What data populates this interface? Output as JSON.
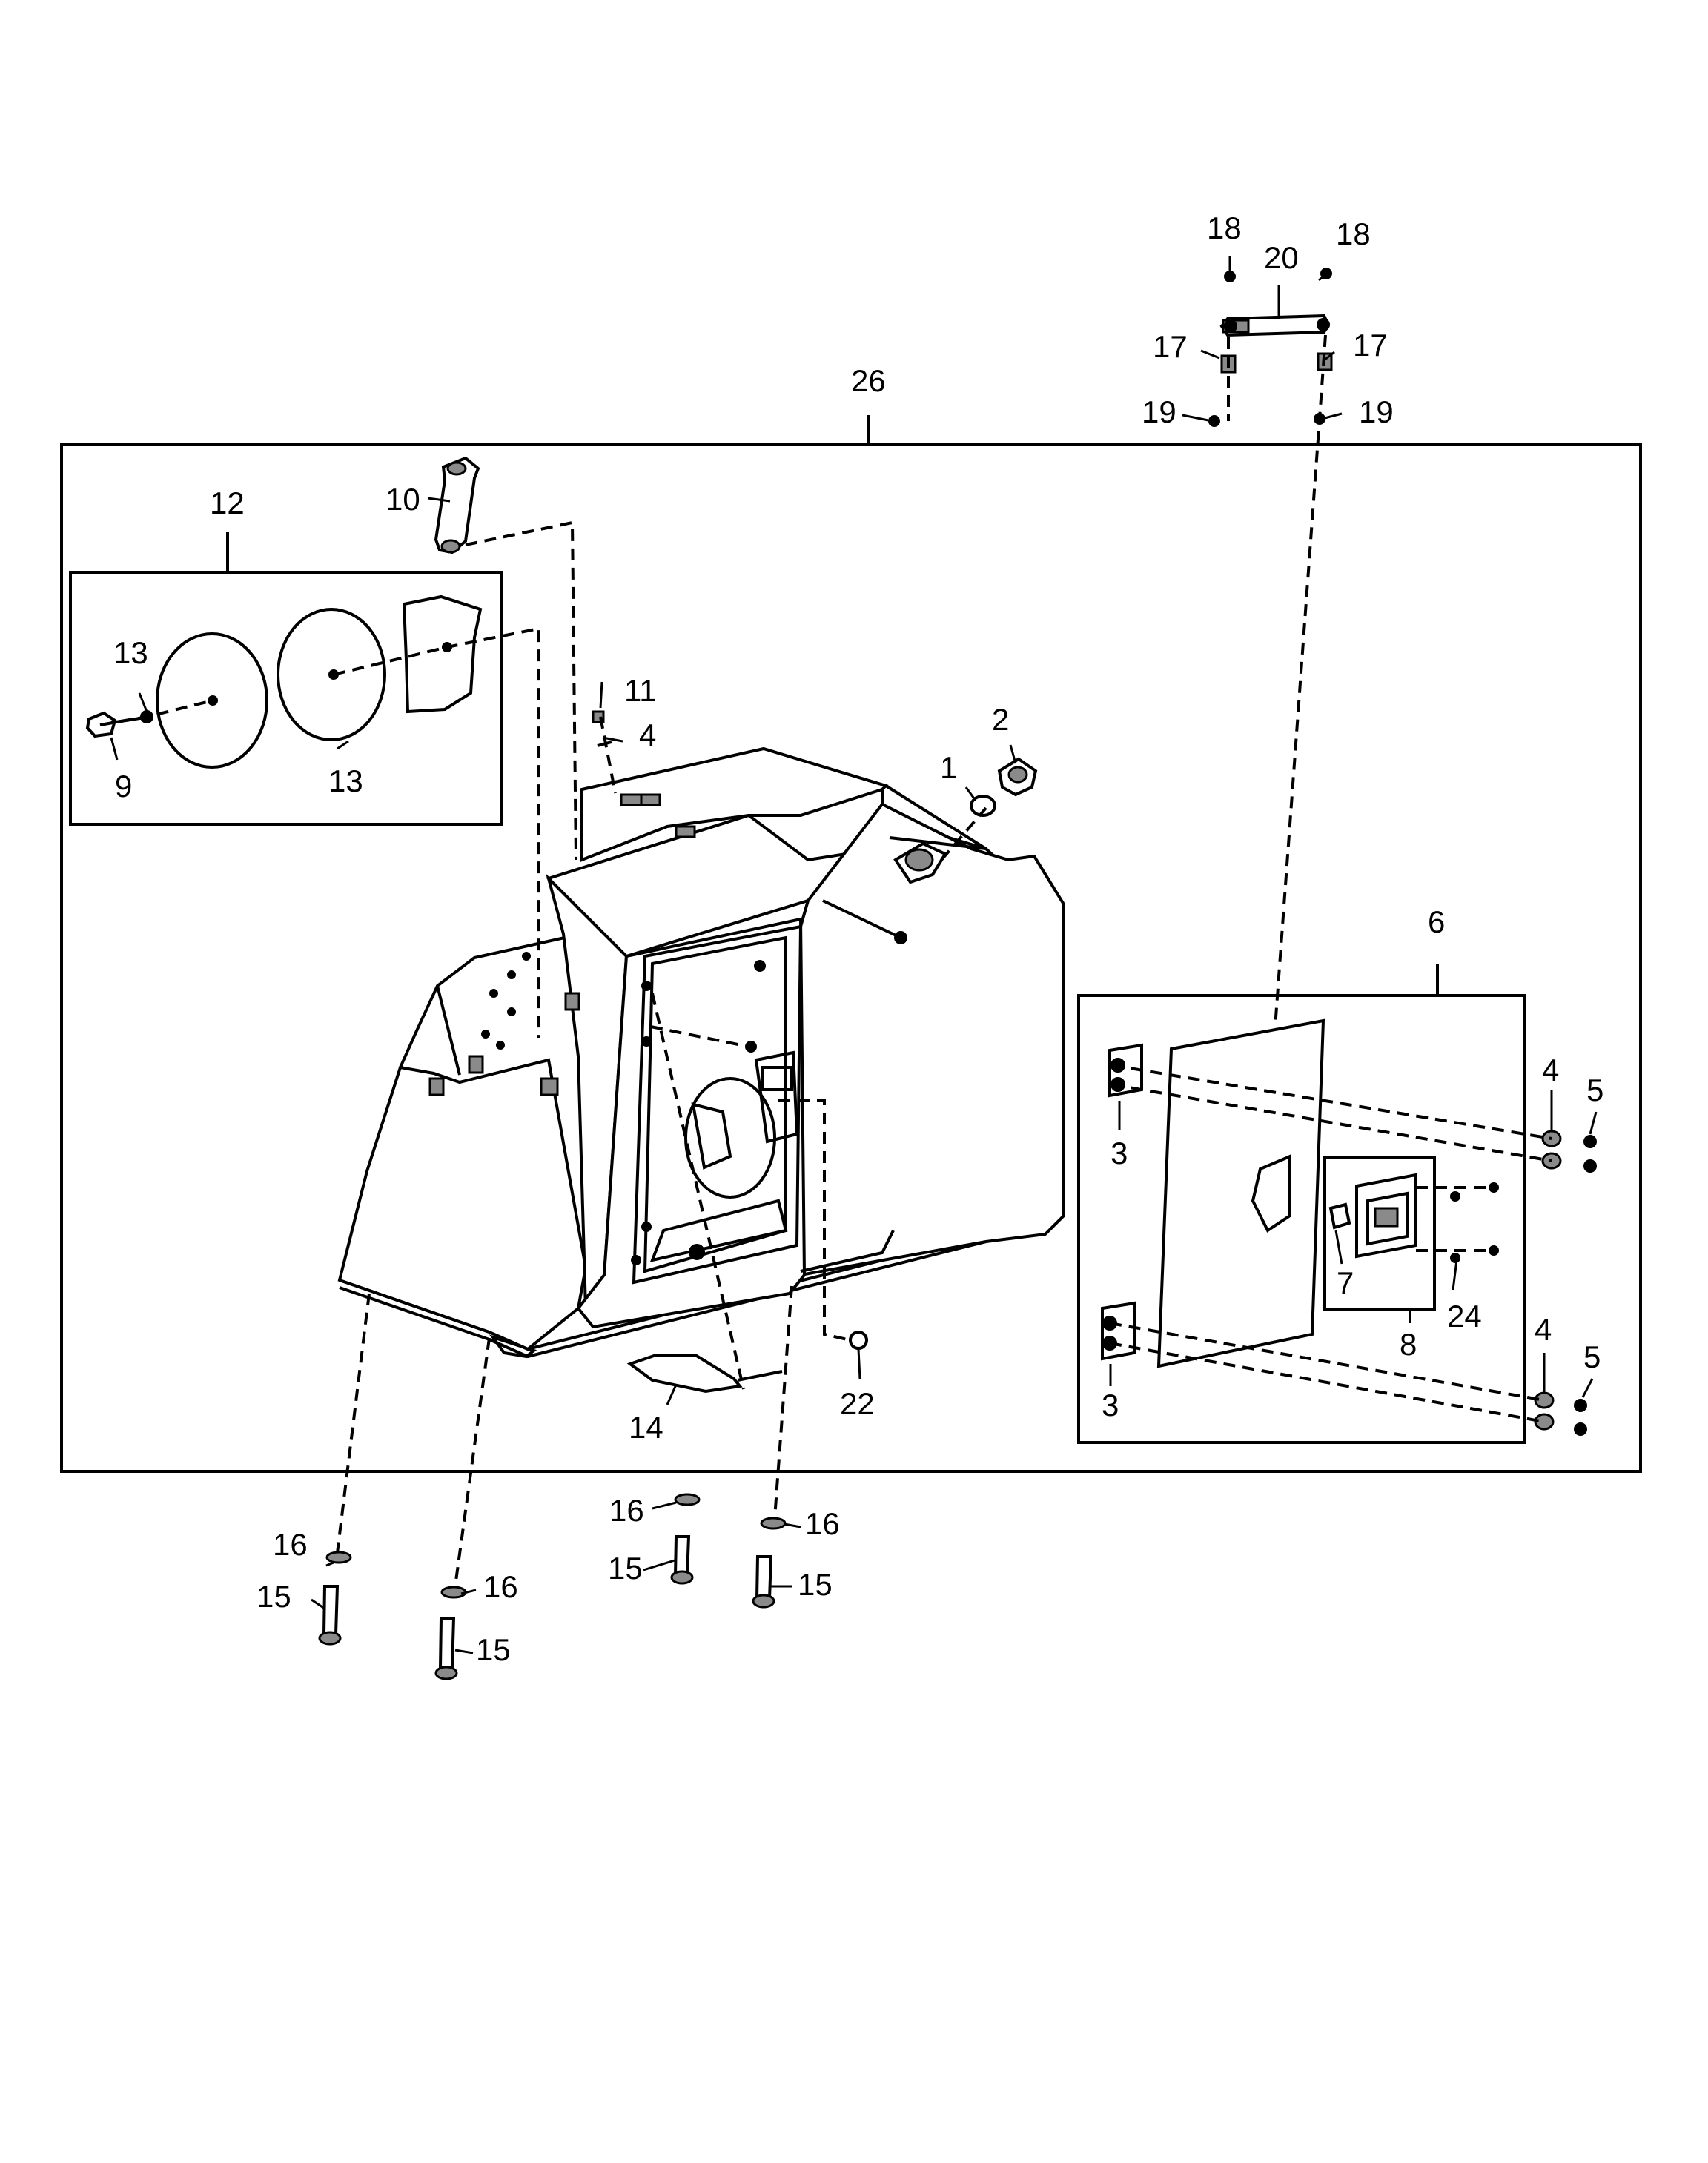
{
  "callouts": {
    "c1": "1",
    "c2": "2",
    "c3a": "3",
    "c3b": "3",
    "c4a": "4",
    "c4b": "4",
    "c4c": "4",
    "c5a": "5",
    "c5b": "5",
    "c6": "6",
    "c7": "7",
    "c8": "8",
    "c9": "9",
    "c10": "10",
    "c11": "11",
    "c12": "12",
    "c13a": "13",
    "c13b": "13",
    "c14": "14",
    "c15a": "15",
    "c15b": "15",
    "c15c": "15",
    "c15d": "15",
    "c16a": "16",
    "c16b": "16",
    "c16c": "16",
    "c16d": "16",
    "c17a": "17",
    "c17b": "17",
    "c18a": "18",
    "c18b": "18",
    "c19a": "19",
    "c19b": "19",
    "c20": "20",
    "c22": "22",
    "c24": "24",
    "c26": "26"
  }
}
